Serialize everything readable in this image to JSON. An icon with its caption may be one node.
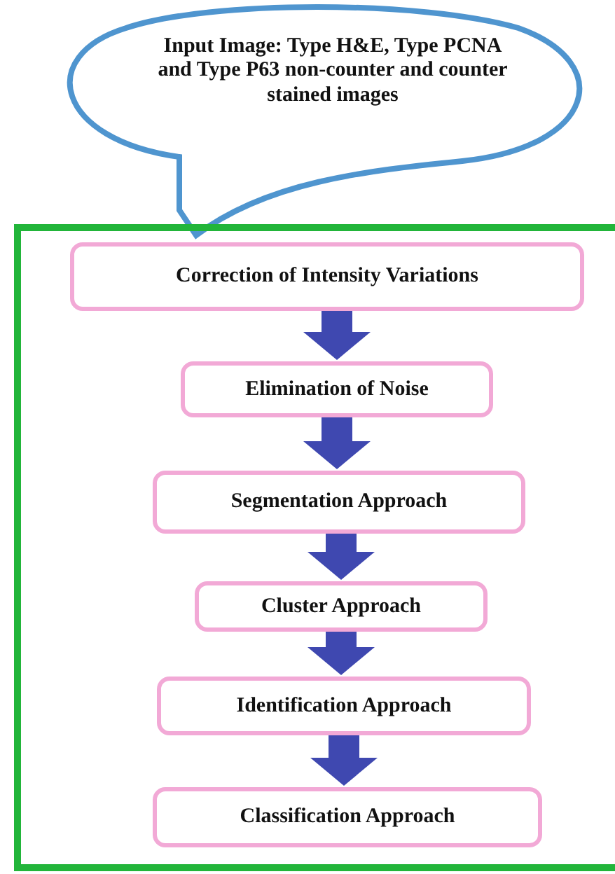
{
  "diagram": {
    "nodes": [
      {
        "text": [
          "Input Image: Type H&E, Type PCNA and Type P63 non-counter and counter stained images"
        ]
      },
      {
        "text": [],
        "shape": "box"
      },
      {
        "text": [
          "Correction of Intensity Variations"
        ],
        "in": 1
      },
      {
        "text": [
          "Elimination of Noise"
        ],
        "in": 1
      },
      {
        "text": [
          "Segmentation Approach"
        ],
        "in": 1
      },
      {
        "text": [
          "Cluster Approach"
        ],
        "in": 1
      },
      {
        "text": [
          "Identification Approach"
        ],
        "in": 1
      },
      {
        "text": [
          "Classification Approach"
        ],
        "in": 1
      }
    ],
    "edges": [
      {
        "from": 2,
        "to": 3,
        "arrow": "to"
      },
      {
        "from": 3,
        "to": 4,
        "arrow": "to"
      },
      {
        "from": 4,
        "to": 5,
        "arrow": "to"
      },
      {
        "from": 5,
        "to": 6,
        "arrow": "to"
      },
      {
        "from": 6,
        "to": 7,
        "arrow": "to"
      }
    ]
  }
}
